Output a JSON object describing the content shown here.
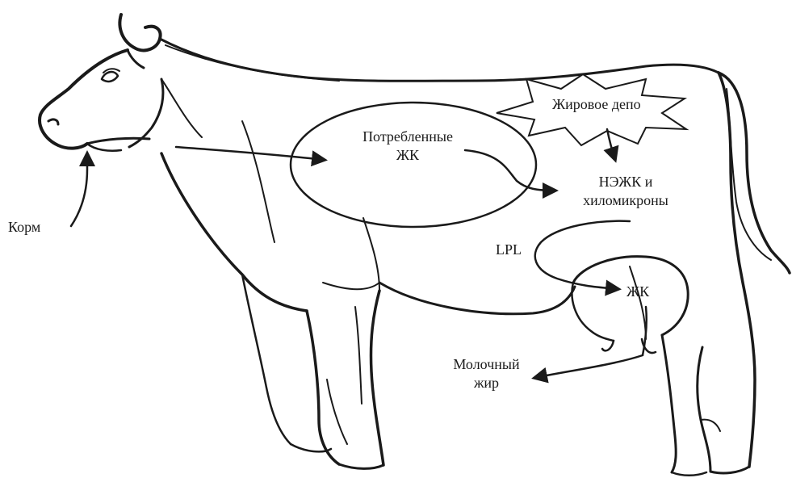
{
  "diagram": {
    "labels": {
      "feed": "Корм",
      "consumed_fa_line1": "Потребленные",
      "consumed_fa_line2": "ЖК",
      "fat_depot": "Жировое депо",
      "nefa_line1": "НЭЖК и",
      "nefa_line2": "хиломикроны",
      "lpl": "LPL",
      "fa_udder": "ЖК",
      "milk_fat_line1": "Молочный",
      "milk_fat_line2": "жир"
    },
    "colors": {
      "stroke": "#1a1a1a",
      "background": "#ffffff"
    }
  }
}
